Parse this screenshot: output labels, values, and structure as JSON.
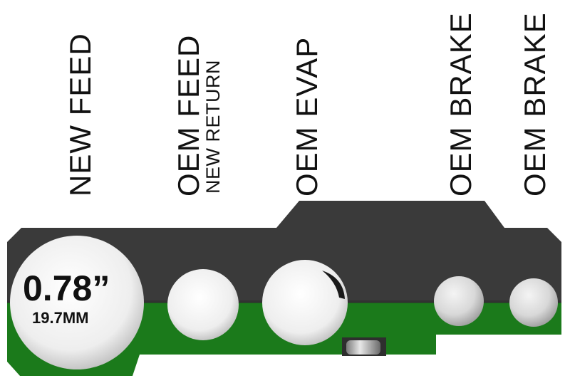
{
  "labels": {
    "new_feed": "NEW FEED",
    "oem_feed": "OEM FEED",
    "new_return": "NEW RETURN",
    "oem_evap": "OEM EVAP",
    "oem_brake_1": "OEM BRAKE",
    "oem_brake_2": "OEM BRAKE"
  },
  "measurement": {
    "inches": "0.78”",
    "millimeters": "19.7MM"
  },
  "colors": {
    "block_dark": "#3a3a3a",
    "block_green": "#1b7a1b",
    "hole_light": "#f2f2f2"
  }
}
